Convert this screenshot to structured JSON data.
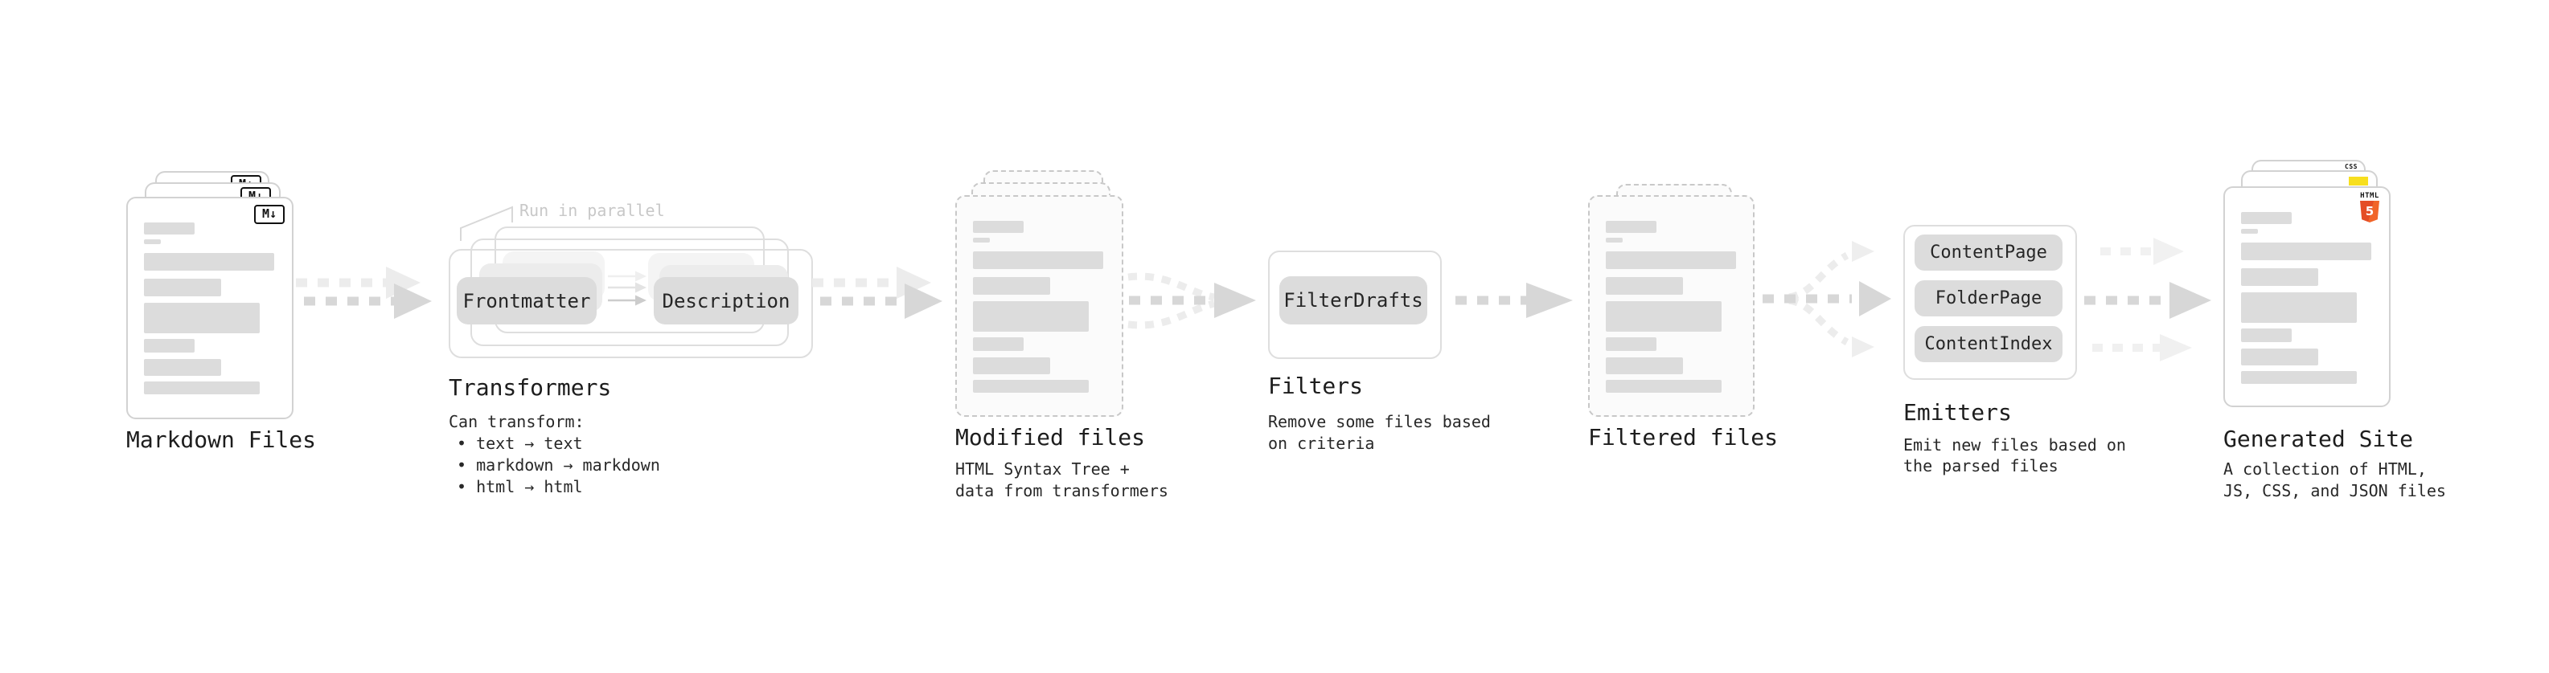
{
  "sections": {
    "markdown_files": {
      "title": "Markdown Files",
      "badge": "M↓"
    },
    "transformers": {
      "title": "Transformers",
      "callout": "Run in parallel",
      "box_left": "Frontmatter",
      "box_right": "Description",
      "sub_heading": "Can transform:",
      "bullets": [
        "• text → text",
        "• markdown → markdown",
        "• html → html"
      ]
    },
    "modified_files": {
      "title": "Modified files",
      "sub_lines": [
        "HTML Syntax Tree +",
        "data from transformers"
      ]
    },
    "filters": {
      "title": "Filters",
      "box": "FilterDrafts",
      "sub_lines": [
        "Remove some files based",
        "on criteria"
      ]
    },
    "filtered_files": {
      "title": "Filtered files"
    },
    "emitters": {
      "title": "Emitters",
      "boxes": [
        "ContentPage",
        "FolderPage",
        "ContentIndex"
      ],
      "sub_lines": [
        "Emit new files based on",
        "the parsed files"
      ]
    },
    "generated_site": {
      "title": "Generated Site",
      "sub_lines": [
        "A collection of HTML,",
        "JS, CSS, and JSON files"
      ],
      "css_badge": "CSS",
      "html_badge_word": "HTML",
      "html_badge_number": "5"
    }
  },
  "icons": {
    "markdown_icon": "M↓ markdown file badge",
    "css_icon": "CSS badge with blue underline",
    "js_icon": "yellow JavaScript badge",
    "html5_icon": "orange HTML5 shield with white 5"
  },
  "doc_bars": [
    {
      "t": 30,
      "l": 20,
      "w": 63,
      "h": 15
    },
    {
      "t": 51,
      "l": 20,
      "w": 21,
      "h": 6
    },
    {
      "t": 68,
      "l": 20,
      "w": 162,
      "h": 22
    },
    {
      "t": 100,
      "l": 20,
      "w": 96,
      "h": 22
    },
    {
      "t": 130,
      "l": 20,
      "w": 144,
      "h": 38
    },
    {
      "t": 175,
      "l": 20,
      "w": 63,
      "h": 17
    },
    {
      "t": 200,
      "l": 20,
      "w": 96,
      "h": 21
    },
    {
      "t": 228,
      "l": 20,
      "w": 144,
      "h": 16
    }
  ],
  "colors": {
    "background": "#ffffff",
    "card_border": "#d2d2d2",
    "dashed_border": "#c8c8c8",
    "container_border": "#dedede",
    "box_fill": "#dcdcdc",
    "bar_fill": "#dcdcdc",
    "ghost_fill": "#ececec",
    "ghost_fill_light": "#f4f4f4",
    "arrow_main": "#d7d7d7",
    "arrow_light": "#ececec",
    "arrow_faint": "#f1f1f1",
    "title_text": "#1d1d1d",
    "callout_text": "#c8c8c8",
    "html5_orange": "#e44d26",
    "html5_orange_light": "#f16529",
    "js_yellow": "#f7df1e",
    "css_blue": "#2965f1"
  }
}
